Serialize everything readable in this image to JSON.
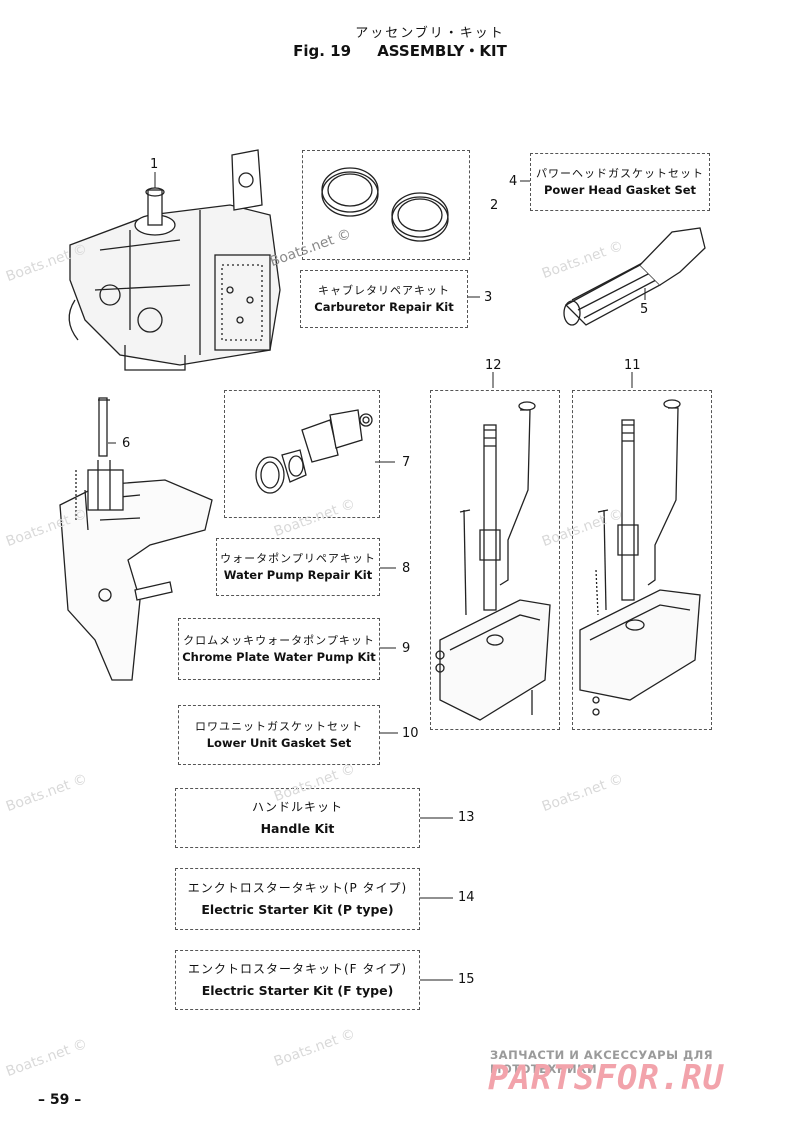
{
  "header": {
    "title_jp": "アッセンブリ・キット",
    "fig_label": "Fig. 19",
    "title_en": "ASSEMBLY・KIT"
  },
  "watermarks": {
    "text": "Boats.net ©"
  },
  "items": {
    "n1": "1",
    "n2": "2",
    "n3": "3",
    "n4": "4",
    "n5": "5",
    "n6": "6",
    "n7": "7",
    "n8": "8",
    "n9": "9",
    "n10": "10",
    "n11": "11",
    "n12": "12",
    "n13": "13",
    "n14": "14",
    "n15": "15"
  },
  "kits": {
    "power_head_gasket": {
      "jp": "パワーヘッドガスケットセット",
      "en": "Power Head Gasket Set"
    },
    "carburetor_repair": {
      "jp": "キャブレタリペアキット",
      "en": "Carburetor Repair Kit"
    },
    "water_pump_repair": {
      "jp": "ウォータポンプリペアキット",
      "en": "Water Pump Repair Kit"
    },
    "chrome_plate_pump": {
      "jp": "クロムメッキウォータポンプキット",
      "en": "Chrome Plate Water Pump Kit"
    },
    "lower_unit_gasket": {
      "jp": "ロワユニットガスケットセット",
      "en": "Lower Unit Gasket Set"
    },
    "handle_kit": {
      "jp": "ハンドルキット",
      "en": "Handle Kit"
    },
    "starter_p": {
      "jp": "エンクトロスタータキット(P タイプ)",
      "en": "Electric Starter Kit (P type)"
    },
    "starter_f": {
      "jp": "エンクトロスタータキット(F タイプ)",
      "en": "Electric Starter Kit (F type)"
    }
  },
  "footer": {
    "page_number": "– 59 –",
    "shop_subtitle": "ЗАПЧАСТИ И АКСЕССУАРЫ ДЛЯ МОТОТЕХНИКИ",
    "shop_logo": "PARTSFOR.RU"
  }
}
